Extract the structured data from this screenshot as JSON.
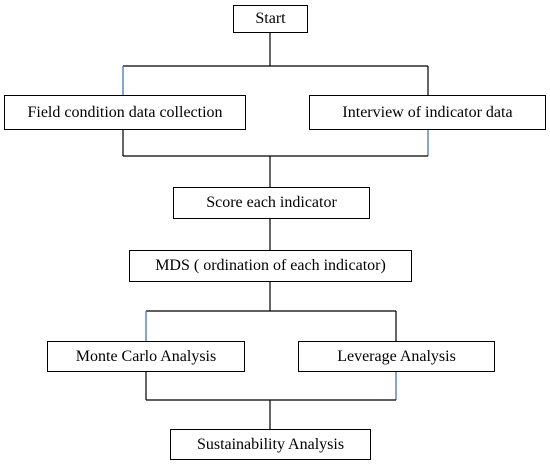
{
  "flowchart": {
    "nodes": {
      "start": "Start",
      "field_collection": "Field condition data collection",
      "interview": "Interview  of indicator data",
      "score": "Score each indicator",
      "mds": "MDS ( ordination of each indicator)",
      "monte_carlo": "Monte Carlo Analysis",
      "leverage": "Leverage Analysis",
      "sustainability": "Sustainability  Analysis"
    },
    "edges": [
      [
        "start",
        "field_collection"
      ],
      [
        "start",
        "interview"
      ],
      [
        "field_collection",
        "score"
      ],
      [
        "interview",
        "score"
      ],
      [
        "score",
        "mds"
      ],
      [
        "mds",
        "monte_carlo"
      ],
      [
        "mds",
        "leverage"
      ],
      [
        "monte_carlo",
        "sustainability"
      ],
      [
        "leverage",
        "sustainability"
      ]
    ],
    "colors": {
      "line": "#000000",
      "accent_line": "#4f81bd",
      "box_border": "#000000",
      "background": "#ffffff"
    }
  }
}
